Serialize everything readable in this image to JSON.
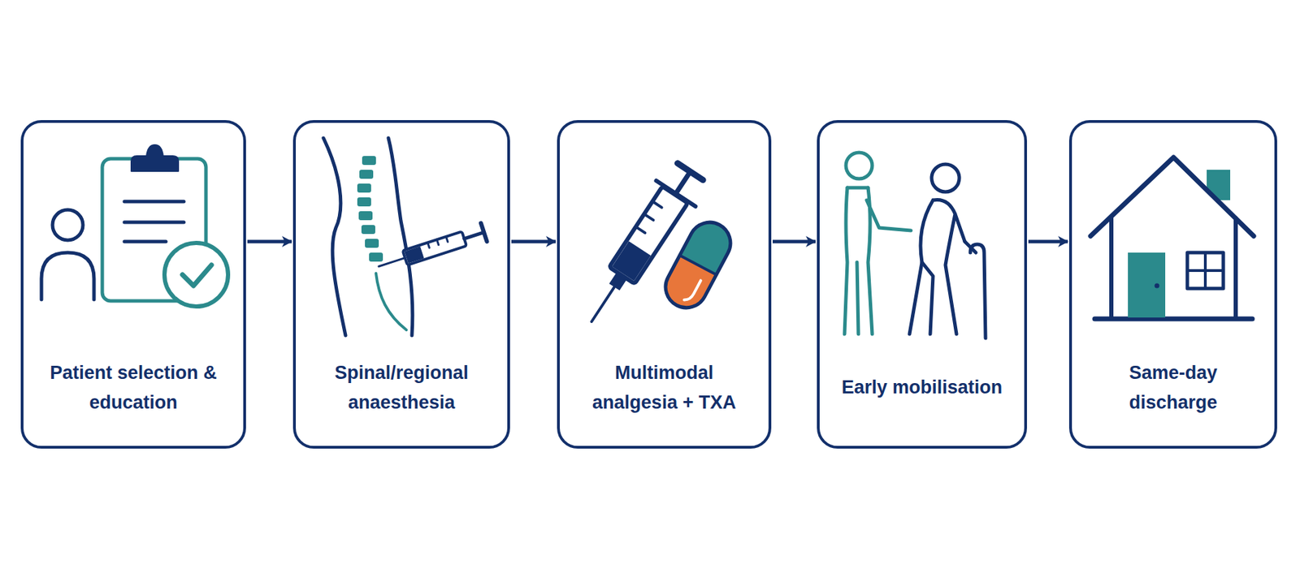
{
  "diagram": {
    "nodes": [
      {
        "text": [
          "Patient selection & education"
        ]
      },
      {
        "text": [
          "Spinal/regional anaesthesia"
        ]
      },
      {
        "text": [
          "Multimodal analgesia + TXA"
        ]
      },
      {
        "text": [
          "Early mobilisation"
        ]
      },
      {
        "text": [
          "Same-day discharge"
        ]
      }
    ],
    "edges": [
      {
        "from": 0,
        "to": 1,
        "arrow": "to"
      },
      {
        "from": 1,
        "to": 2,
        "arrow": "to"
      },
      {
        "from": 2,
        "to": 3,
        "arrow": "to"
      },
      {
        "from": 3,
        "to": 4,
        "arrow": "to"
      }
    ]
  }
}
